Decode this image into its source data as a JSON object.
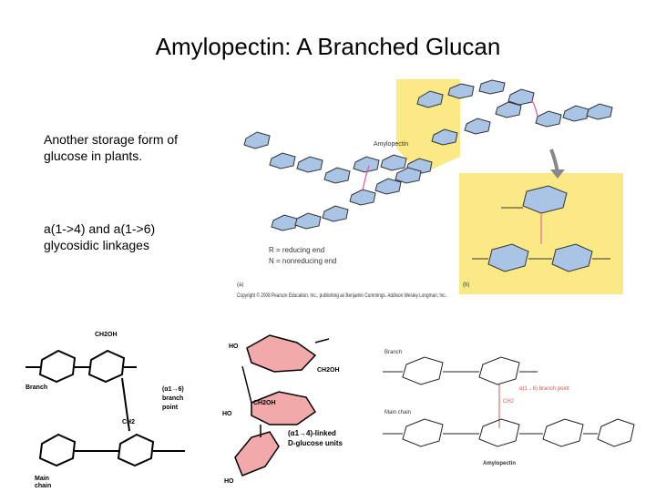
{
  "slide": {
    "title": "Amylopectin: A Branched Glucan",
    "description_lines": [
      "Another storage form of",
      "glucose in plants."
    ],
    "linkage_line1": "a(1->4) and a(1->6)",
    "linkage_line2": "glycosidic linkages"
  },
  "figure_top": {
    "amylopectin_label": "Amylopectin",
    "legend_r": "R = reducing end",
    "legend_n": "N = nonreducing end",
    "panel_a": "(a)",
    "panel_b": "(b)",
    "copyright": "Copyright © 2008 Pearson Education, Inc., publishing as Benjamin Cummings. Addison Wesley Longman, Inc.",
    "highlight_color": "#fbe985",
    "glucose_fill": "#a9c4e4"
  },
  "figure_bottom_left": {
    "ch2oh": "CH2OH",
    "ch2": "CH2",
    "branch_label": "Branch",
    "branch_point_lines": [
      "(α1→6)",
      "branch",
      "point"
    ],
    "main_chain_lines": [
      "Main",
      "chain"
    ]
  },
  "figure_bottom_middle": {
    "ho": "HO",
    "ch2oh": "CH2OH",
    "linked_lines": [
      "(α1→4)-linked",
      "D-glucose units"
    ],
    "ribbon_color": "#f2a9a9"
  },
  "figure_bottom_right": {
    "branch_label": "Branch",
    "main_chain_label": "Main chain",
    "branch_point_note": "α(1→6) branch point",
    "ch2": "CH2",
    "bottom_label": "Amylopectin"
  }
}
